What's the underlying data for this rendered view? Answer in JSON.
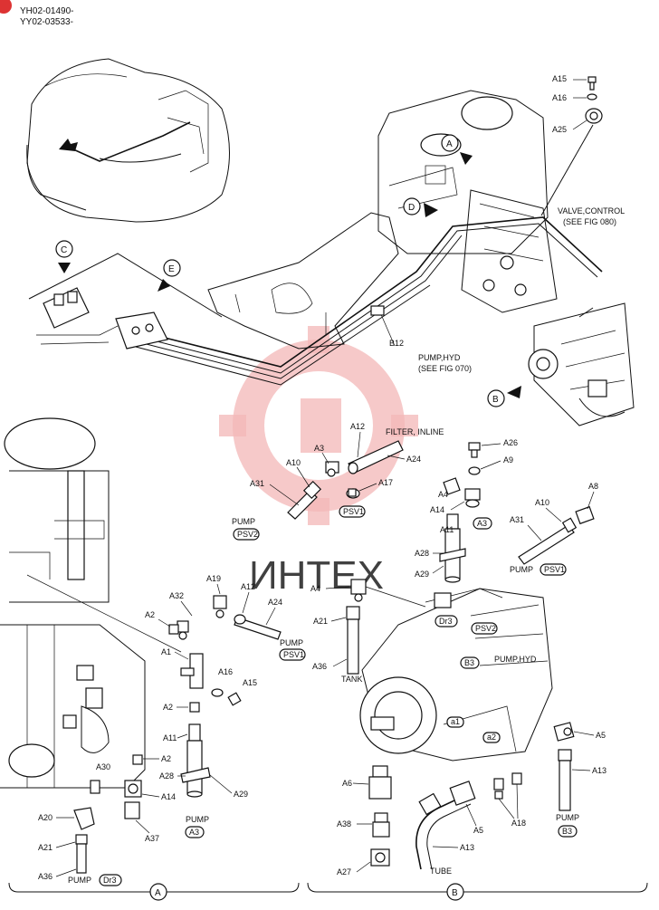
{
  "header": {
    "code_line_1": "YH02-01490-",
    "code_line_2": "YY02-03533-"
  },
  "watermark": {
    "text": "ИНТЕХ"
  },
  "callouts": {
    "A": "A",
    "B": "B",
    "C": "C",
    "D": "D",
    "E": "E"
  },
  "notes": {
    "valve_control_1": "VALVE,CONTROL",
    "valve_control_2": "(SEE FIG 080)",
    "pump_hyd_1": "PUMP,HYD",
    "pump_hyd_2": "(SEE FIG 070)",
    "filter_inline": "FILTER, INLINE",
    "pump_hyd_b": "PUMP,HYD",
    "pump": "PUMP",
    "tank": "TANK",
    "tube": "TUBE"
  },
  "ports": {
    "psv1": "PSV1",
    "psv2": "PSV2",
    "a3": "A3",
    "dr3": "Dr3",
    "b3": "B3",
    "a1": "a1",
    "a2": "a2"
  },
  "parts": {
    "A1": "A1",
    "A2": "A2",
    "A3": "A3",
    "A4": "A4",
    "A5": "A5",
    "A6": "A6",
    "A8": "A8",
    "A9": "A9",
    "A10": "A10",
    "A11": "A11",
    "A12": "A12",
    "A13": "A13",
    "A14": "A14",
    "A15": "A15",
    "A16": "A16",
    "A17": "A17",
    "A18": "A18",
    "A19": "A19",
    "A20": "A20",
    "A21": "A21",
    "A24": "A24",
    "A25": "A25",
    "A26": "A26",
    "A27": "A27",
    "A28": "A28",
    "A29": "A29",
    "A30": "A30",
    "A31": "A31",
    "A32": "A32",
    "A36": "A36",
    "A37": "A37",
    "A38": "A38",
    "B12": "B12"
  },
  "section_labels": {
    "left": "A",
    "right": "B"
  }
}
